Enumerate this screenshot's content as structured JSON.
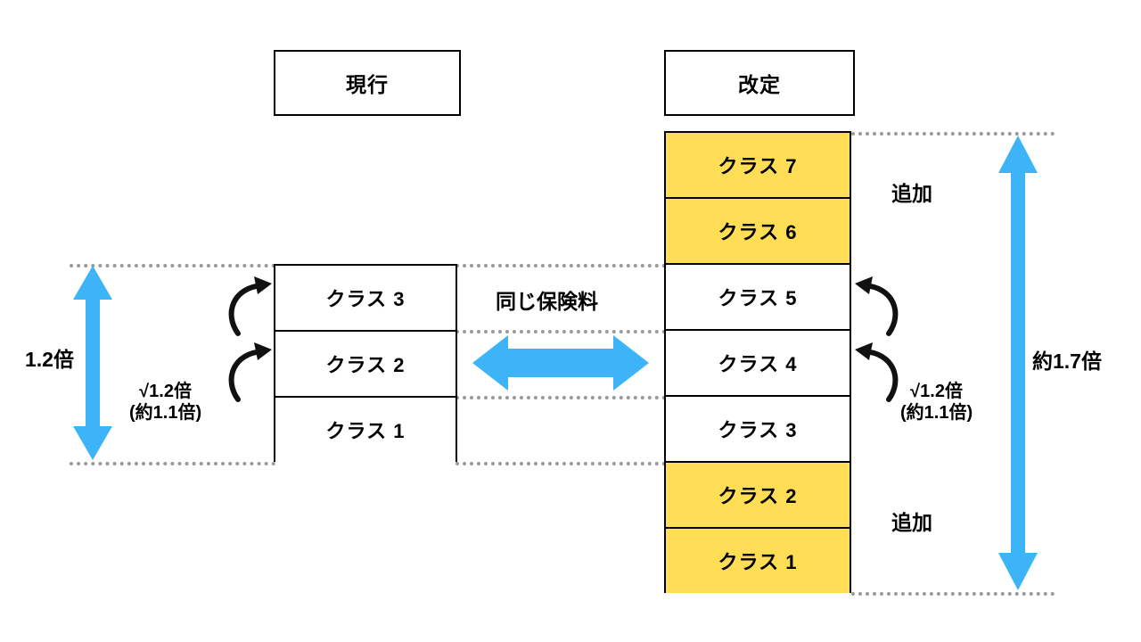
{
  "colors": {
    "blue": "#3DB4F7",
    "yellow": "#FFDD55",
    "line": "#000000",
    "dotted": "#9a9a9a"
  },
  "headers": {
    "current": "現行",
    "revised": "改定"
  },
  "current_column": {
    "cells": [
      {
        "label": "クラス 3",
        "added": false
      },
      {
        "label": "クラス 2",
        "added": false
      },
      {
        "label": "クラス 1",
        "added": false
      }
    ]
  },
  "revised_column": {
    "cells": [
      {
        "label": "クラス 7",
        "added": true
      },
      {
        "label": "クラス 6",
        "added": true
      },
      {
        "label": "クラス 5",
        "added": false
      },
      {
        "label": "クラス 4",
        "added": false
      },
      {
        "label": "クラス 3",
        "added": false
      },
      {
        "label": "クラス 2",
        "added": true
      },
      {
        "label": "クラス 1",
        "added": true
      }
    ]
  },
  "annotations": {
    "left_span_ratio": "1.2倍",
    "left_step_ratio_line1": "√1.2倍",
    "left_step_ratio_line2": "(約1.1倍)",
    "center_same_premium": "同じ保険料",
    "right_step_ratio_line1": "√1.2倍",
    "right_step_ratio_line2": "(約1.1倍)",
    "right_span_ratio": "約1.7倍",
    "added_top": "追加",
    "added_bottom": "追加"
  }
}
